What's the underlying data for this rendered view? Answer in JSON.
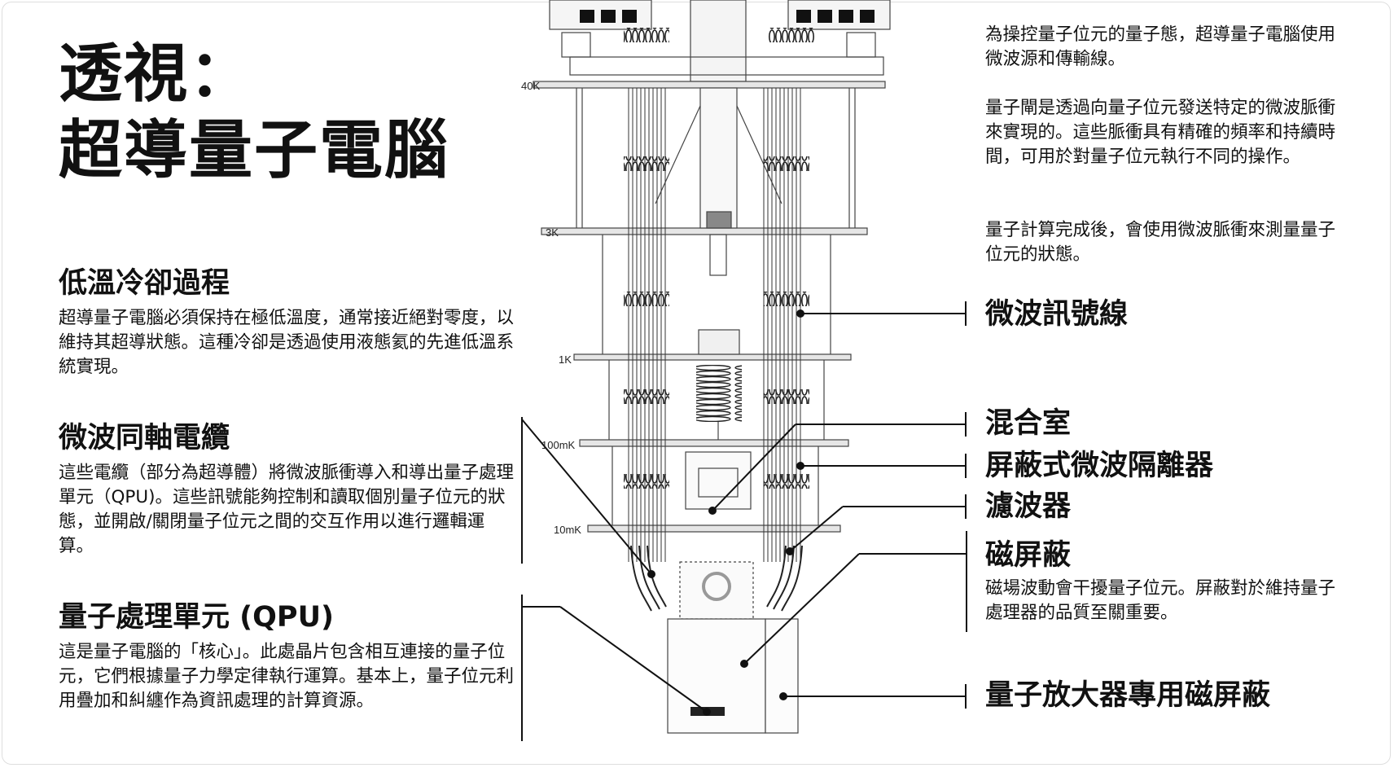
{
  "title": {
    "line1": "透視：",
    "line2": "超導量子電腦"
  },
  "left_sections": [
    {
      "heading": "低溫冷卻過程",
      "body": "超導量子電腦必須保持在極低溫度，通常接近絕對零度，以維持其超導狀態。這種冷卻是透過使用液態氦的先進低溫系統實現。"
    },
    {
      "heading": "微波同軸電纜",
      "body": "這些電纜（部分為超導體）將微波脈衝導入和導出量子處理單元（QPU)。這些訊號能夠控制和讀取個別量子位元的狀態，並開啟/關閉量子位元之間的交互作用以進行邏輯運算。"
    },
    {
      "heading": "量子處理單元 (QPU)",
      "body": "這是量子電腦的「核心」。此處晶片包含相互連接的量子位元，它們根據量子力學定律執行運算。基本上，量子位元利用疊加和糾纏作為資訊處理的計算資源。"
    }
  ],
  "right_paragraphs": [
    "為操控量子位元的量子態，超導量子電腦使用微波源和傳輸線。",
    "量子閘是透過向量子位元發送特定的微波脈衝來實現的。這些脈衝具有精確的頻率和持續時間，可用於對量子位元執行不同的操作。",
    "量子計算完成後，會使用微波脈衝來測量量子位元的狀態。"
  ],
  "right_labels": {
    "microwave_lines": "微波訊號線",
    "mixing_chamber": "混合室",
    "shielded_isolator": "屏蔽式微波隔離器",
    "filter": "濾波器",
    "magnetic_shield": "磁屏蔽",
    "magnetic_shield_desc": "磁場波動會干擾量子位元。屏蔽對於維持量子處理器的品質至關重要。",
    "amplifier_shield": "量子放大器專用磁屏蔽"
  },
  "temperature_stages": [
    "40K",
    "3K",
    "1K",
    "100mK",
    "10mK"
  ],
  "colors": {
    "ink": "#111111",
    "line": "#555555",
    "background": "#ffffff"
  }
}
